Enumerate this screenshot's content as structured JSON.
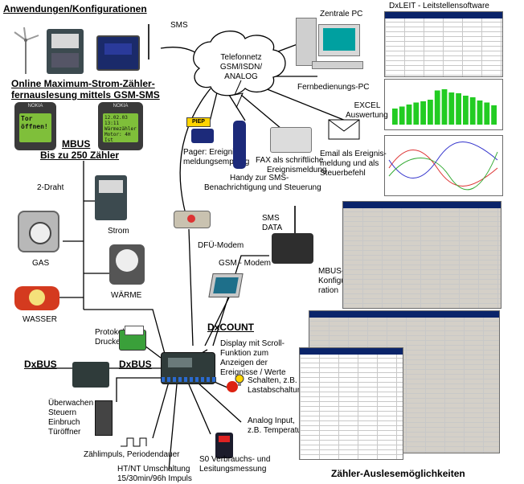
{
  "labels": {
    "title": "Anwendungen/Konfigurationen",
    "online_1": "Online Maximum-Strom-Zähler-",
    "online_2": "fernauslesung mittels GSM-SMS",
    "mbus_1": "MBUS",
    "mbus_2": "Bis zu 250 Zähler",
    "two_wire": "2-Draht",
    "strom": "Strom",
    "gas": "GAS",
    "waerme": "WÄRME",
    "wasser": "WASSER",
    "sms": "SMS",
    "net_1": "Telefonnetz",
    "net_2": "GSM/ISDN/",
    "net_3": "ANALOG",
    "zentrale_pc": "Zentrale PC",
    "fern_pc": "Fernbedienungs-PC",
    "dxleit": "DxLEIT - Leitstellensoftware",
    "excel_1": "EXCEL",
    "excel_2": "Auswertung",
    "pager_1": "Pager: Ereignis-",
    "pager_2": "meldungsempfang",
    "pager_badge": "PIEP",
    "fax_1": "FAX als schriftliche",
    "fax_2": "Ereignismeldung",
    "email_1": "Email als Ereignis-",
    "email_2": "meldung und als",
    "email_3": "Steuerbefehl",
    "handy_1": "Handy zur SMS-",
    "handy_2": "Benachrichtigung und Steuerung",
    "sms_data_1": "SMS",
    "sms_data_2": "DATA",
    "dfu": "DFÜ-Modem",
    "gsm_modem": "GSM - Modem",
    "mbus_konf_1": "MBUS-",
    "mbus_konf_2": "Konfigu-",
    "mbus_konf_3": "ration",
    "dxcount": "DxCOUNT",
    "protokoll_1": "Protokoll",
    "protokoll_2": "Drucker",
    "display_1": "Display mit Scroll-",
    "display_2": "Funktion zum",
    "display_3": "Anzeigen der",
    "display_4": "Ereignisse / Werte",
    "dxbus_left": "DxBUS",
    "dxbus_right": "DxBUS",
    "ueberwachen_1": "Überwachen",
    "ueberwachen_2": "Steuern",
    "ueberwachen_3": "Einbruch",
    "ueberwachen_4": "Türöffner",
    "schalten_1": "Schalten, z.B.",
    "schalten_2": "Lastabschaltung",
    "analog_1": "Analog Input,",
    "analog_2": "z.B. Temperatur",
    "zaehlimpuls": "Zählimpuls, Periodendauer",
    "s0_1": "S0 Verbrauchs- und",
    "s0_2": "Lesitungsmessung",
    "htnt_1": "HT/NT Umschaltung",
    "htnt_2": "15/30min/96h Impuls",
    "auslese": "Zähler-Auslesemöglichkeiten",
    "phone1_1": "Tor",
    "phone1_2": "öffnen!",
    "phone2_1": "12.02.03 13:11",
    "phone2_2": "Wärmezähler",
    "phone2_3": "Motor: 4H Ist",
    "nokia": "NOKIA"
  },
  "colors": {
    "line": "#000000",
    "phone_screen": "#7fbf3a",
    "dxcount_body": "#2f3b3a",
    "titlebar": "#0a246a",
    "excel_bar": "#22cc22"
  },
  "chart_data": {
    "type": "bar",
    "categories": [
      "1",
      "2",
      "3",
      "4",
      "5",
      "6",
      "7",
      "8",
      "9",
      "10",
      "11",
      "12",
      "13",
      "14",
      "15"
    ],
    "values": [
      40,
      45,
      50,
      55,
      58,
      62,
      85,
      88,
      80,
      78,
      72,
      68,
      60,
      55,
      48
    ]
  }
}
